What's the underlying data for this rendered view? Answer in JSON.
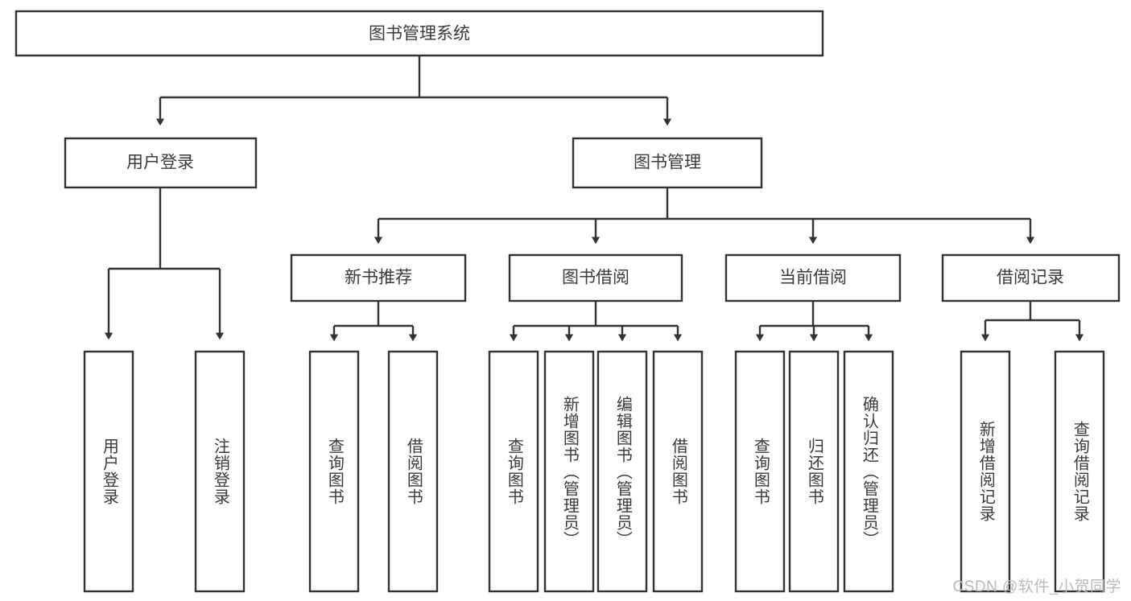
{
  "diagram": {
    "type": "tree-hierarchy-chart",
    "title": "图书管理系统",
    "orientation": "top-down",
    "box_fill": "#ffffff",
    "box_stroke": "#333333",
    "text_color": "#3a3a3a",
    "background": "#ffffff",
    "levels": 3
  },
  "nodes": {
    "root": {
      "label": "图书管理系统",
      "level": 0
    },
    "level1": [
      {
        "id": "user-login",
        "label": "用户登录"
      },
      {
        "id": "book-manage",
        "label": "图书管理"
      }
    ],
    "level2": [
      {
        "id": "new-book-recommend",
        "label": "新书推荐",
        "parent": "book-manage"
      },
      {
        "id": "book-borrow",
        "label": "图书借阅",
        "parent": "book-manage"
      },
      {
        "id": "current-borrow",
        "label": "当前借阅",
        "parent": "book-manage"
      },
      {
        "id": "borrow-record",
        "label": "借阅记录",
        "parent": "book-manage"
      }
    ],
    "leaves": [
      {
        "id": "leaf-user-login",
        "label": "用户登录",
        "parent": "user-login"
      },
      {
        "id": "leaf-logout",
        "label": "注销登录",
        "parent": "user-login"
      },
      {
        "id": "leaf-query-book-1",
        "label": "查询图书",
        "parent": "new-book-recommend"
      },
      {
        "id": "leaf-borrow-book-1",
        "label": "借阅图书",
        "parent": "new-book-recommend"
      },
      {
        "id": "leaf-query-book-2",
        "label": "查询图书",
        "parent": "book-borrow"
      },
      {
        "id": "leaf-add-book",
        "label": "新增图书（管理员）",
        "parent": "book-borrow"
      },
      {
        "id": "leaf-edit-book",
        "label": "编辑图书（管理员）",
        "parent": "book-borrow"
      },
      {
        "id": "leaf-borrow-book-2",
        "label": "借阅图书",
        "parent": "book-borrow"
      },
      {
        "id": "leaf-query-book-3",
        "label": "查询图书",
        "parent": "current-borrow"
      },
      {
        "id": "leaf-return-book",
        "label": "归还图书",
        "parent": "current-borrow"
      },
      {
        "id": "leaf-confirm-return",
        "label": "确认归还（管理员）",
        "parent": "current-borrow"
      },
      {
        "id": "leaf-add-record",
        "label": "新增借阅记录",
        "parent": "borrow-record"
      },
      {
        "id": "leaf-query-record",
        "label": "查询借阅记录",
        "parent": "borrow-record"
      }
    ]
  },
  "watermark": {
    "text": "CSDN @软件_小贺同学"
  }
}
